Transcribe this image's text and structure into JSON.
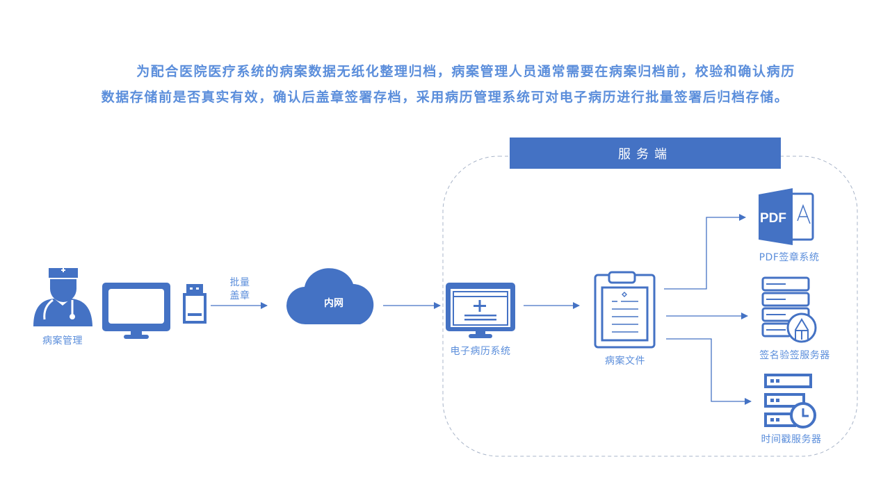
{
  "intro": {
    "line1": "为配合医院医疗系统的病案数据无纸化整理归档，病案管理人员通常需要在病案归档前，校验和确认病历",
    "line2": "数据存储前是否真实有效，确认后盖章签署存档，采用病历管理系统可对电子病历进行批量签署后归档存储。"
  },
  "server": {
    "title": "服务端"
  },
  "nodes": {
    "doctor": "病案管理",
    "batch_line1": "批量",
    "batch_line2": "盖章",
    "intranet": "内网",
    "emr": "电子病历系统",
    "record_file": "病案文件",
    "pdf_icon_text": "PDF",
    "pdf_system": "PDF签章系统",
    "sign_server": "签名验签服务器",
    "timestamp_server": "时间戳服务器"
  },
  "colors": {
    "primary": "#4472C4",
    "text": "#5B8EDB",
    "dash": "#A8B4C8"
  }
}
